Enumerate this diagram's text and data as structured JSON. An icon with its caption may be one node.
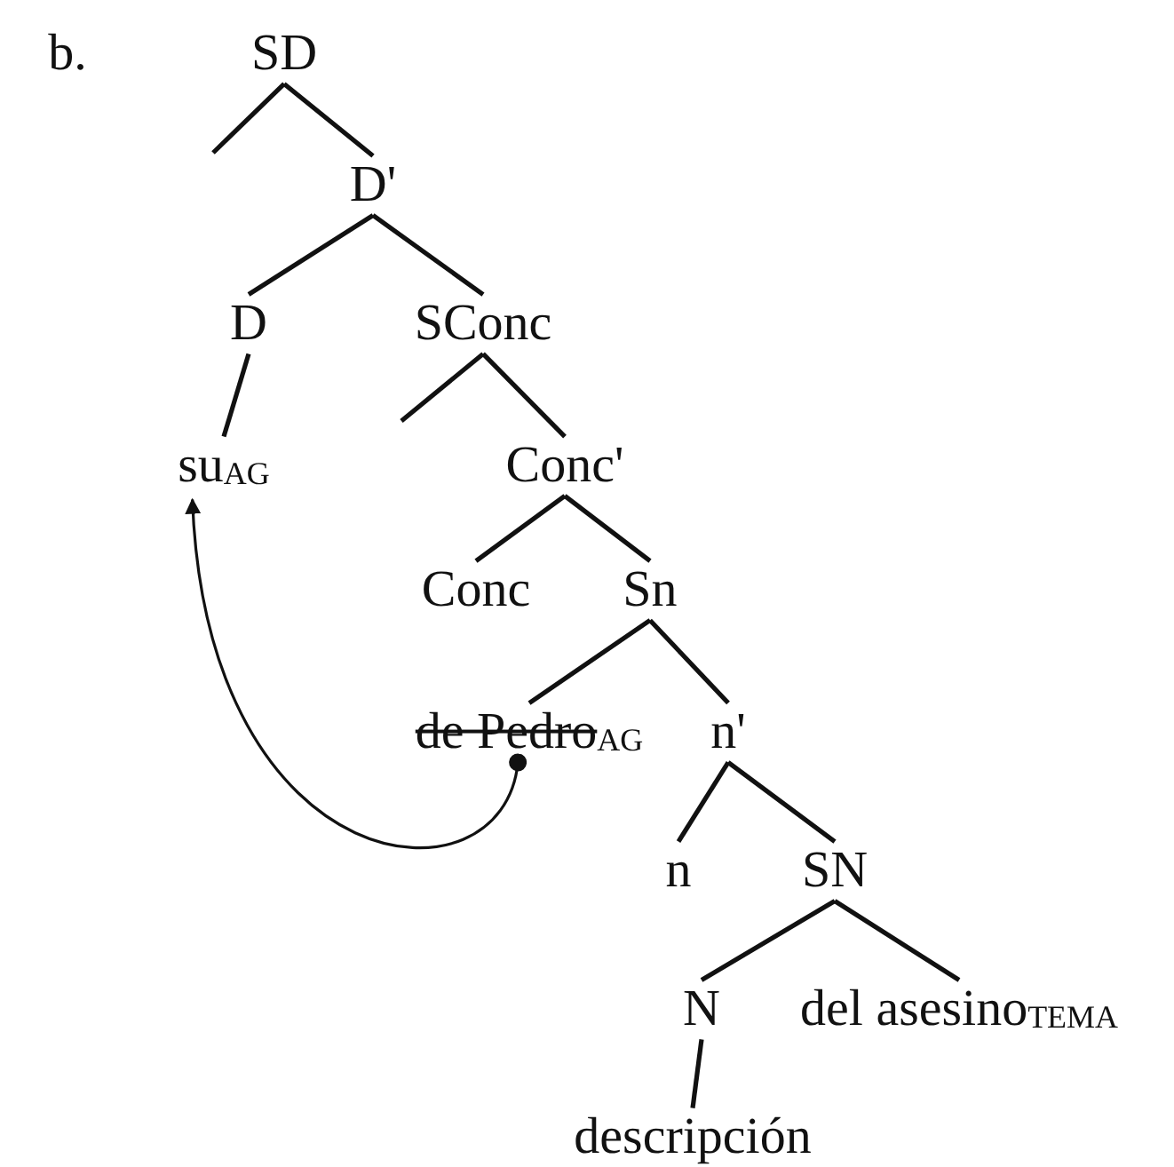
{
  "diagram": {
    "nodes": [
      {
        "text": [
          "SD"
        ]
      },
      {
        "text": [
          "D'"
        ]
      },
      {
        "text": [
          "D"
        ]
      },
      {
        "text": [
          "SConc"
        ]
      },
      {
        "text": [
          "su$_{AG}$"
        ]
      },
      {
        "text": [
          "Conc'"
        ]
      },
      {
        "text": [
          "Conc"
        ]
      },
      {
        "text": [
          "Sn"
        ]
      },
      {
        "text": [
          "de Pedro$_{AG}$"
        ]
      },
      {
        "text": [
          "n'"
        ]
      },
      {
        "text": [
          "n"
        ]
      },
      {
        "text": [
          "SN"
        ]
      },
      {
        "text": [
          "N"
        ]
      },
      {
        "text": [
          "del asesino$_{TEMA}$"
        ]
      },
      {
        "text": [
          "descripción"
        ]
      }
    ],
    "edges": [
      {
        "from": 0,
        "to": null,
        "arrow": "none"
      },
      {
        "from": 0,
        "to": 1,
        "arrow": "none"
      },
      {
        "from": 1,
        "to": 2,
        "arrow": "none"
      },
      {
        "from": 1,
        "to": 3,
        "arrow": "none"
      },
      {
        "from": 2,
        "to": 4,
        "arrow": "none"
      },
      {
        "from": 3,
        "to": null,
        "arrow": "none"
      },
      {
        "from": 3,
        "to": 5,
        "arrow": "none"
      },
      {
        "from": 5,
        "to": 6,
        "arrow": "none"
      },
      {
        "from": 5,
        "to": 7,
        "arrow": "none"
      },
      {
        "from": 7,
        "to": 8,
        "arrow": "none"
      },
      {
        "from": 7,
        "to": 9,
        "arrow": "none"
      },
      {
        "from": 9,
        "to": 10,
        "arrow": "none"
      },
      {
        "from": 9,
        "to": 11,
        "arrow": "none"
      },
      {
        "from": 11,
        "to": 12,
        "arrow": "none"
      },
      {
        "from": 11,
        "to": 13,
        "arrow": "none"
      },
      {
        "from": 12,
        "to": 14,
        "arrow": "none"
      },
      {
        "from": 8,
        "to": 4,
        "arrow": "to"
      }
    ],
    "labels": [
      "b."
    ]
  }
}
